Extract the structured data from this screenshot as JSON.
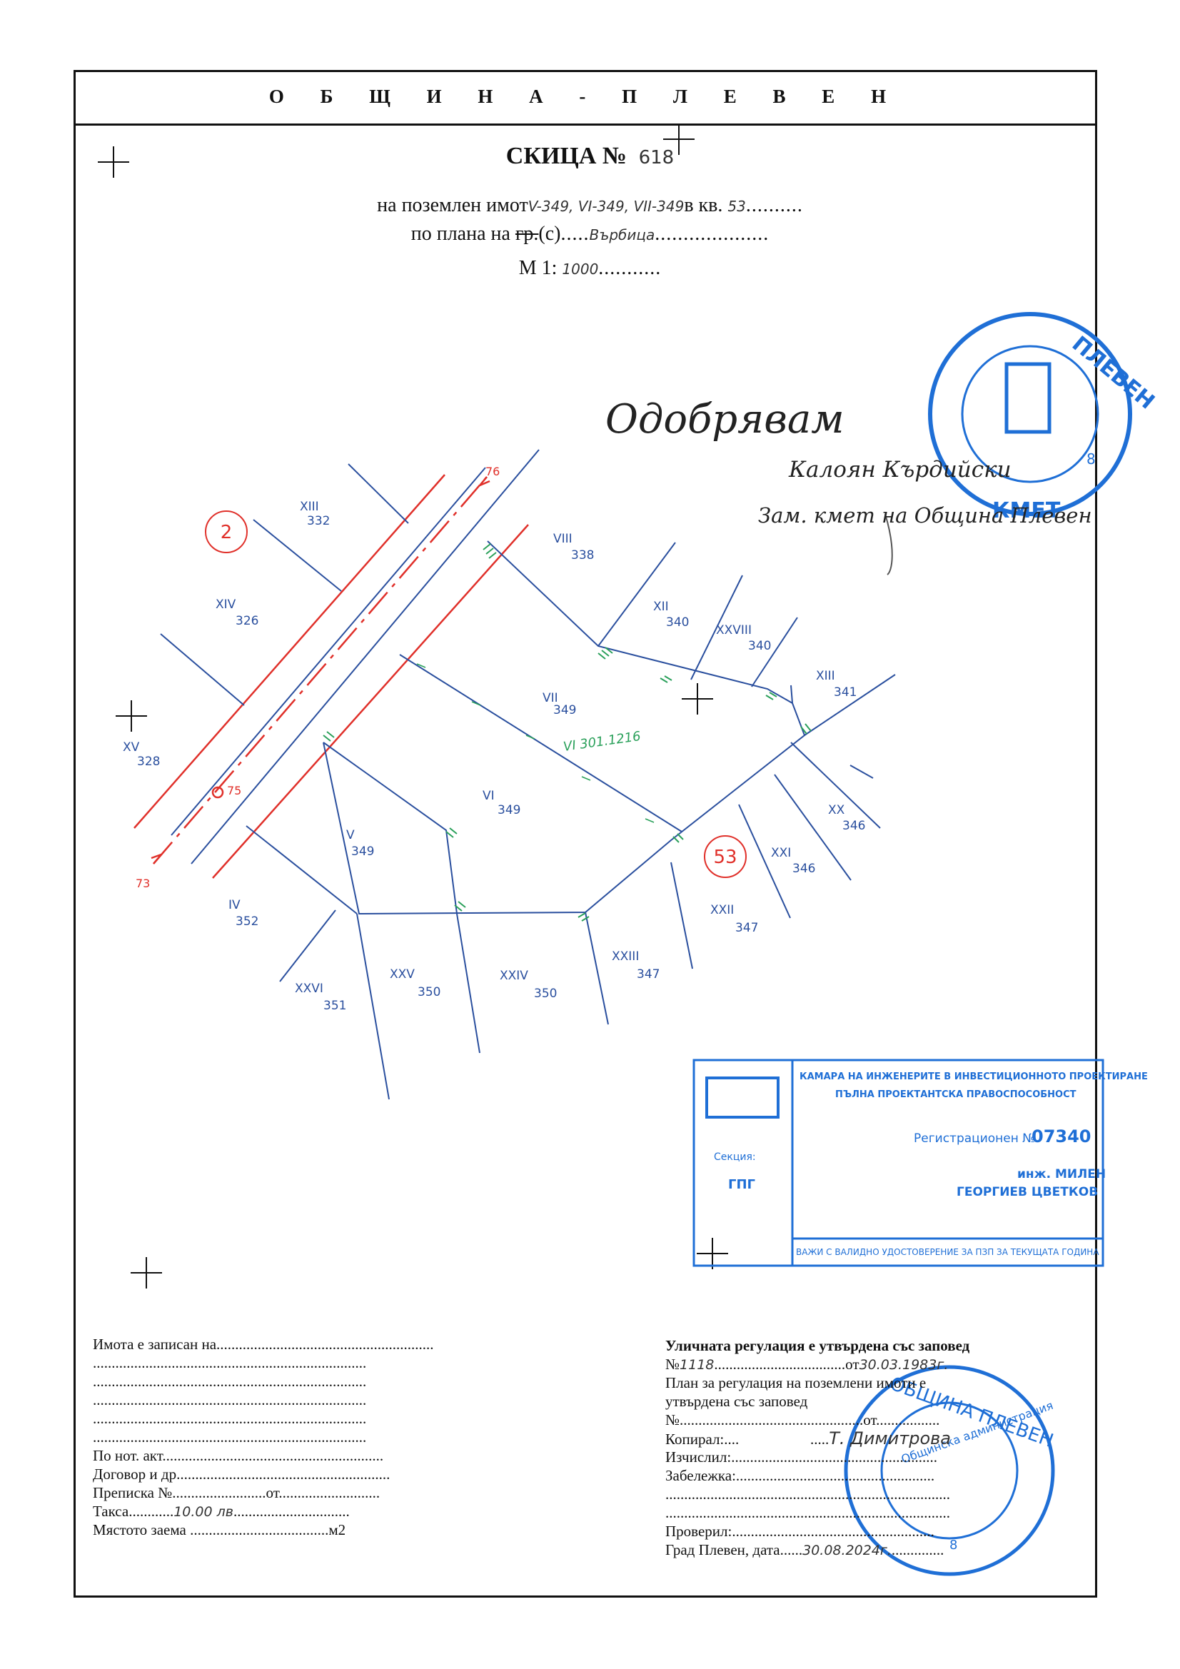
{
  "header": {
    "municipality": "О Б Щ И Н А - П Л Е В Е Н"
  },
  "title": {
    "label": "СКИЦА №",
    "number": "618"
  },
  "subtitle": {
    "line1_prefix": "на поземлен имот",
    "line1_value": "V-349, VI-349, VII-349",
    "line1_mid": "в кв.",
    "line1_block": "53",
    "line2_prefix": "по плана на",
    "line2_struck": "гр.",
    "line2_suffix": "(с)",
    "line2_value": "Върбица",
    "scale_prefix": "М 1:",
    "scale_value": "1000"
  },
  "approval": {
    "approve_word": "Одобрявам",
    "signer_name": "Калоян Кърдийски",
    "signer_role": "Зам. кмет на Община Плевен"
  },
  "plan": {
    "parcel_labels": [
      {
        "roman": "XIII",
        "num": "332"
      },
      {
        "roman": "XIV",
        "num": "326"
      },
      {
        "roman": "XV",
        "num": "328"
      },
      {
        "roman": "VIII",
        "num": "338"
      },
      {
        "roman": "XII",
        "num": "340"
      },
      {
        "roman": "XXVIII",
        "num": "340"
      },
      {
        "roman": "XIII",
        "num": "341"
      },
      {
        "roman": "VII",
        "num": "349"
      },
      {
        "roman": "VI",
        "num": "349"
      },
      {
        "roman": "V",
        "num": "349"
      },
      {
        "roman": "IV",
        "num": "352"
      },
      {
        "roman": "XX",
        "num": "346"
      },
      {
        "roman": "XXI",
        "num": "346"
      },
      {
        "roman": "XXII",
        "num": "347"
      },
      {
        "roman": "XXIII",
        "num": "347"
      },
      {
        "roman": "XXIV",
        "num": "350"
      },
      {
        "roman": "XXV",
        "num": "350"
      },
      {
        "roman": "XXVI",
        "num": "351"
      }
    ],
    "green_note": "VI 301.1216",
    "block_circles": [
      "2",
      "53"
    ],
    "street_points": [
      "76",
      "75",
      "73"
    ]
  },
  "stamp_engineer": {
    "chamber": "КАМАРА НА ИНЖЕНЕРИТЕ В ИНВЕСТИЦИОННОТО ПРОЕКТИРАНЕ",
    "capacity": "ПЪЛНА ПРОЕКТАНТСКА ПРАВОСПОСОБНОСТ",
    "reg_label": "Регистрационен №",
    "reg_no": "07340",
    "name1": "инж. МИЛЕН",
    "name2": "ГЕОРГИЕВ ЦВЕТКОВ",
    "section_label": "Секция:",
    "section_value": "ГПГ",
    "validity": "ВАЖИ С ВАЛИДНО УДОСТОВЕРЕНИЕ ЗА ПЗП ЗА ТЕКУЩАТА ГОДИНА"
  },
  "left_block": {
    "recorded_label": "Имота е записан на",
    "notary_label": "По нот. акт",
    "contract_label": "Договор и др.",
    "transcript_label": "Преписка №",
    "transcript_from": "от",
    "fee_label": "Такса",
    "fee_value": "10.00 лв",
    "area_label": "Мястото заема",
    "area_unit": "м2"
  },
  "right_block": {
    "street_reg_title": "Уличната регулация е утвърдена със заповед",
    "order_no_label": "№",
    "order_no_value": "1118",
    "order_from_label": "от",
    "order_date_value": "30.03.1983г.",
    "plan_reg_line1": "План за регулация на поземлени имоти е",
    "plan_reg_line2": "утвърдена със заповед",
    "no_label": "№",
    "from_label": "от",
    "copied_label": "Копирал:",
    "copied_value": "Т. Димитрова",
    "calc_label": "Изчислил:",
    "note_label": "Забележка:",
    "checked_label": "Проверил:",
    "city_date_label": "Град Плевен, дата",
    "city_date_value": "30.08.2024г."
  },
  "stamp_round_top": {
    "text": "ПЛЕВЕН",
    "bottom": "КМЕТ",
    "num": "8"
  },
  "stamp_round_bottom": {
    "text": "ОБЩИНА ПЛЕВЕН",
    "inner": "Общинска администрация",
    "num": "8"
  },
  "colors": {
    "plan_blue": "#2a4f9e",
    "street_red": "#e0302a",
    "stamp_blue": "#1f6fd6",
    "hatch_green": "#2aa05a"
  }
}
